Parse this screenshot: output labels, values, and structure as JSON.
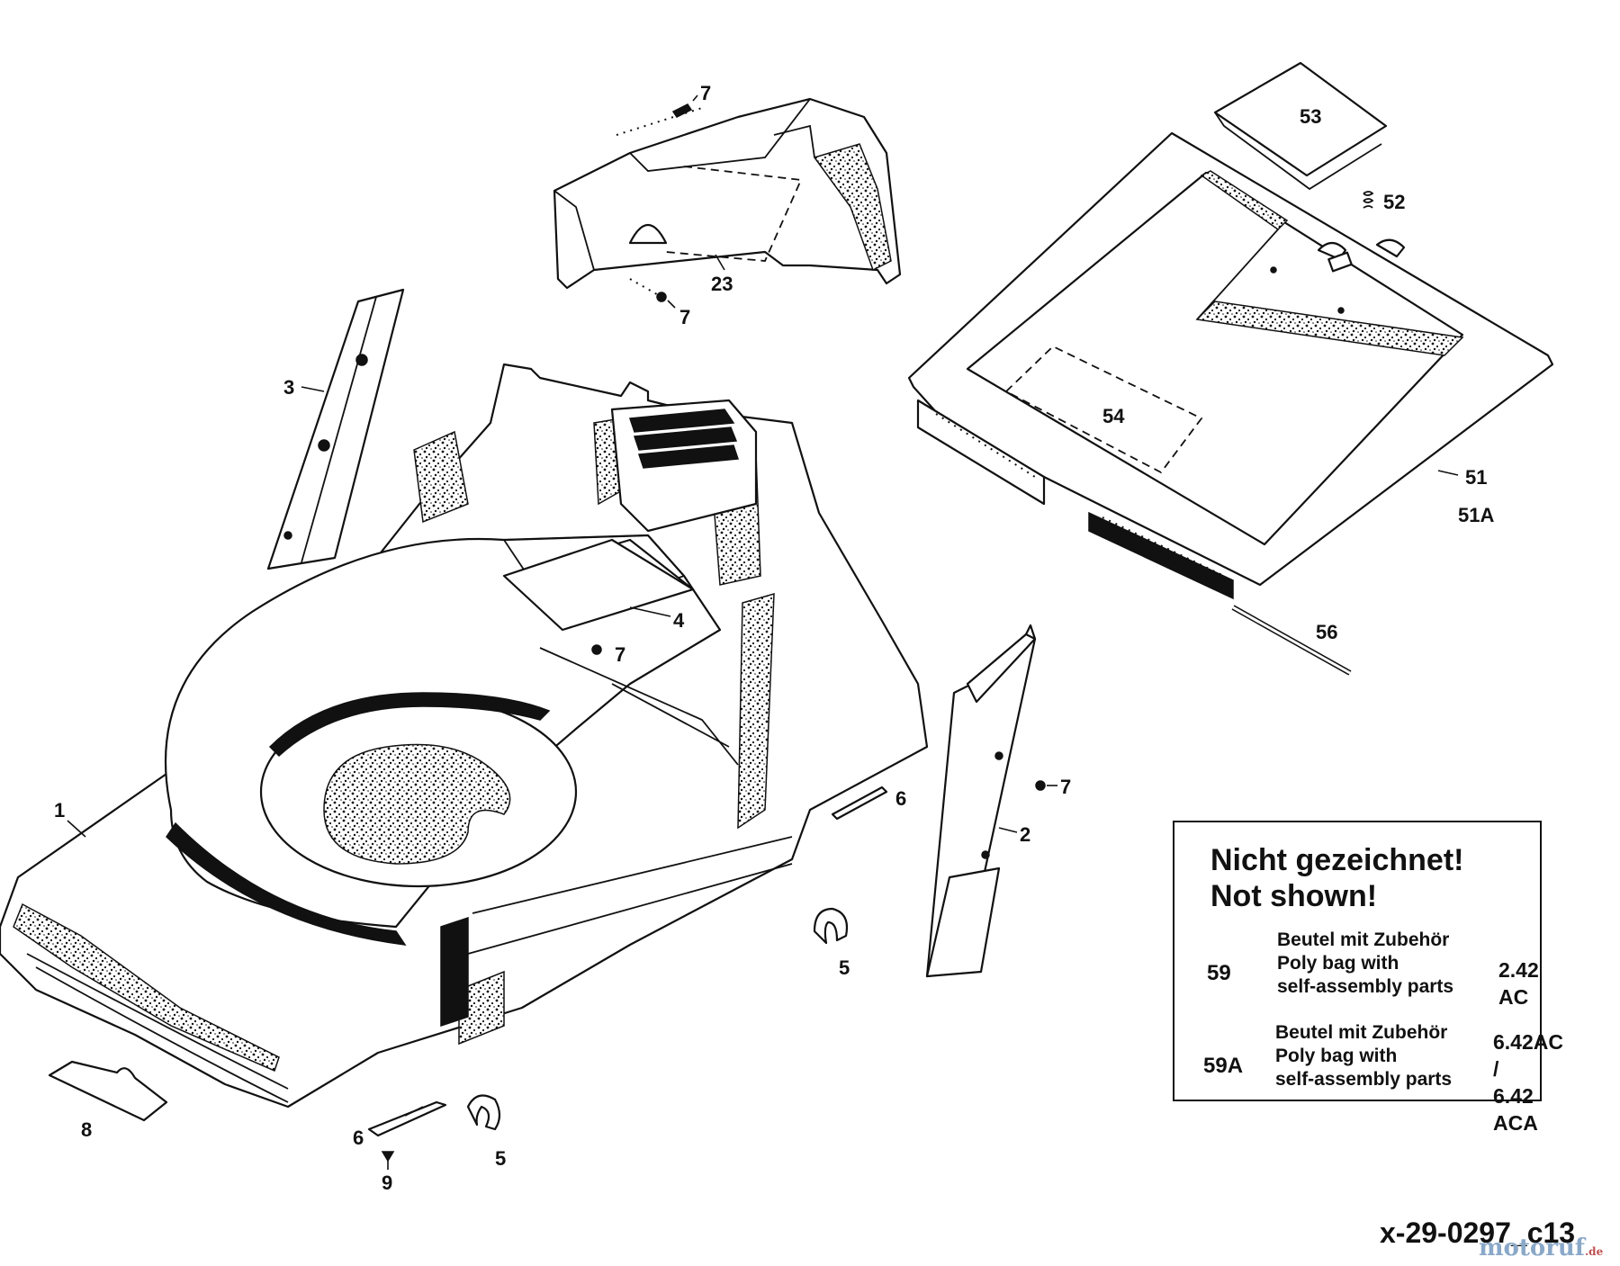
{
  "callouts": {
    "c1": "1",
    "c2": "2",
    "c3": "3",
    "c4": "4",
    "c5a": "5",
    "c5b": "5",
    "c6a": "6",
    "c6b": "6",
    "c7a": "7",
    "c7b": "7",
    "c7c": "7",
    "c7d": "7",
    "c8": "8",
    "c9": "9",
    "c23": "23",
    "c51": "51",
    "c51a": "51A",
    "c52": "52",
    "c53": "53",
    "c54": "54",
    "c56": "56"
  },
  "note": {
    "title_line1": "Nicht gezeichnet!",
    "title_line2": "Not shown!",
    "rows": [
      {
        "code": "59",
        "desc_line1": "Beutel mit Zubehör",
        "desc_line2": "Poly bag with",
        "desc_line3": "self-assembly parts",
        "model_line1": "2.42 AC",
        "model_line2": ""
      },
      {
        "code": "59A",
        "desc_line1": "Beutel mit Zubehör",
        "desc_line2": "Poly bag with",
        "desc_line3": "self-assembly parts",
        "model_line1": "6.42AC /",
        "model_line2": "6.42 ACA"
      }
    ]
  },
  "drawing_code": "x-29-0297_c13",
  "watermark": {
    "text": "motoruf",
    "tld": ".de"
  },
  "colors": {
    "ink": "#111111",
    "paper": "#ffffff",
    "watermark": "#8aa8c8"
  }
}
